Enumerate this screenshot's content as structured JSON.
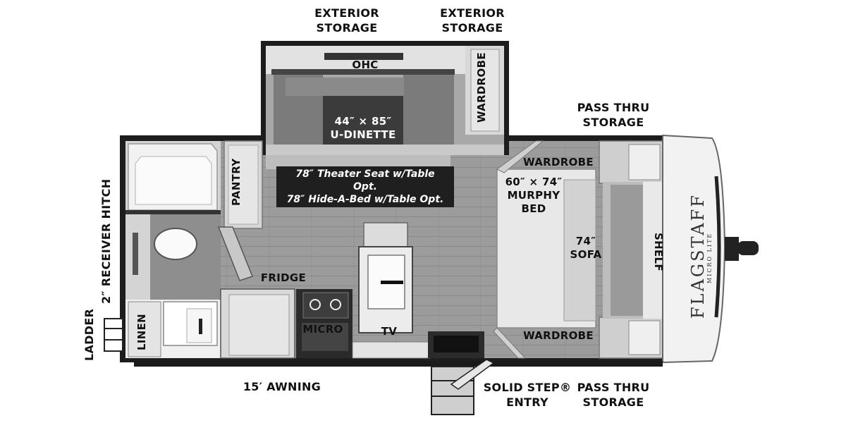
{
  "labels": {
    "exterior_storage_left": [
      "EXTERIOR",
      "STORAGE"
    ],
    "exterior_storage_right": [
      "EXTERIOR",
      "STORAGE"
    ],
    "pass_thru_storage_top": [
      "PASS THRU",
      "STORAGE"
    ],
    "pass_thru_storage_bottom": [
      "PASS THRU",
      "STORAGE"
    ],
    "ohc": "OHC",
    "wardrobe_slide": "WARDROBE",
    "dinette": [
      "44″ × 85″",
      "U-DINETTE"
    ],
    "seat_options": [
      "78″ Theater Seat w/Table Opt.",
      "78″ Hide-A-Bed w/Table Opt."
    ],
    "pantry": "PANTRY",
    "wardrobe_top": "WARDROBE",
    "murphy_bed": [
      "60″ × 74″",
      "MURPHY",
      "BED"
    ],
    "sofa": [
      "74″",
      "SOFA"
    ],
    "shelf": "SHELF",
    "fridge": "FRIDGE",
    "micro": "MICRO",
    "tv": "TV",
    "wardrobe_bottom": "WARDROBE",
    "linen": "LINEN",
    "receiver_hitch": "2″ RECEIVER HITCH",
    "ladder": "LADDER",
    "awning": "15′ AWNING",
    "entry": [
      "SOLID STEP®",
      "ENTRY"
    ],
    "brand_name": "FLAGSTAFF",
    "brand_sub": "MICRO LITE"
  }
}
